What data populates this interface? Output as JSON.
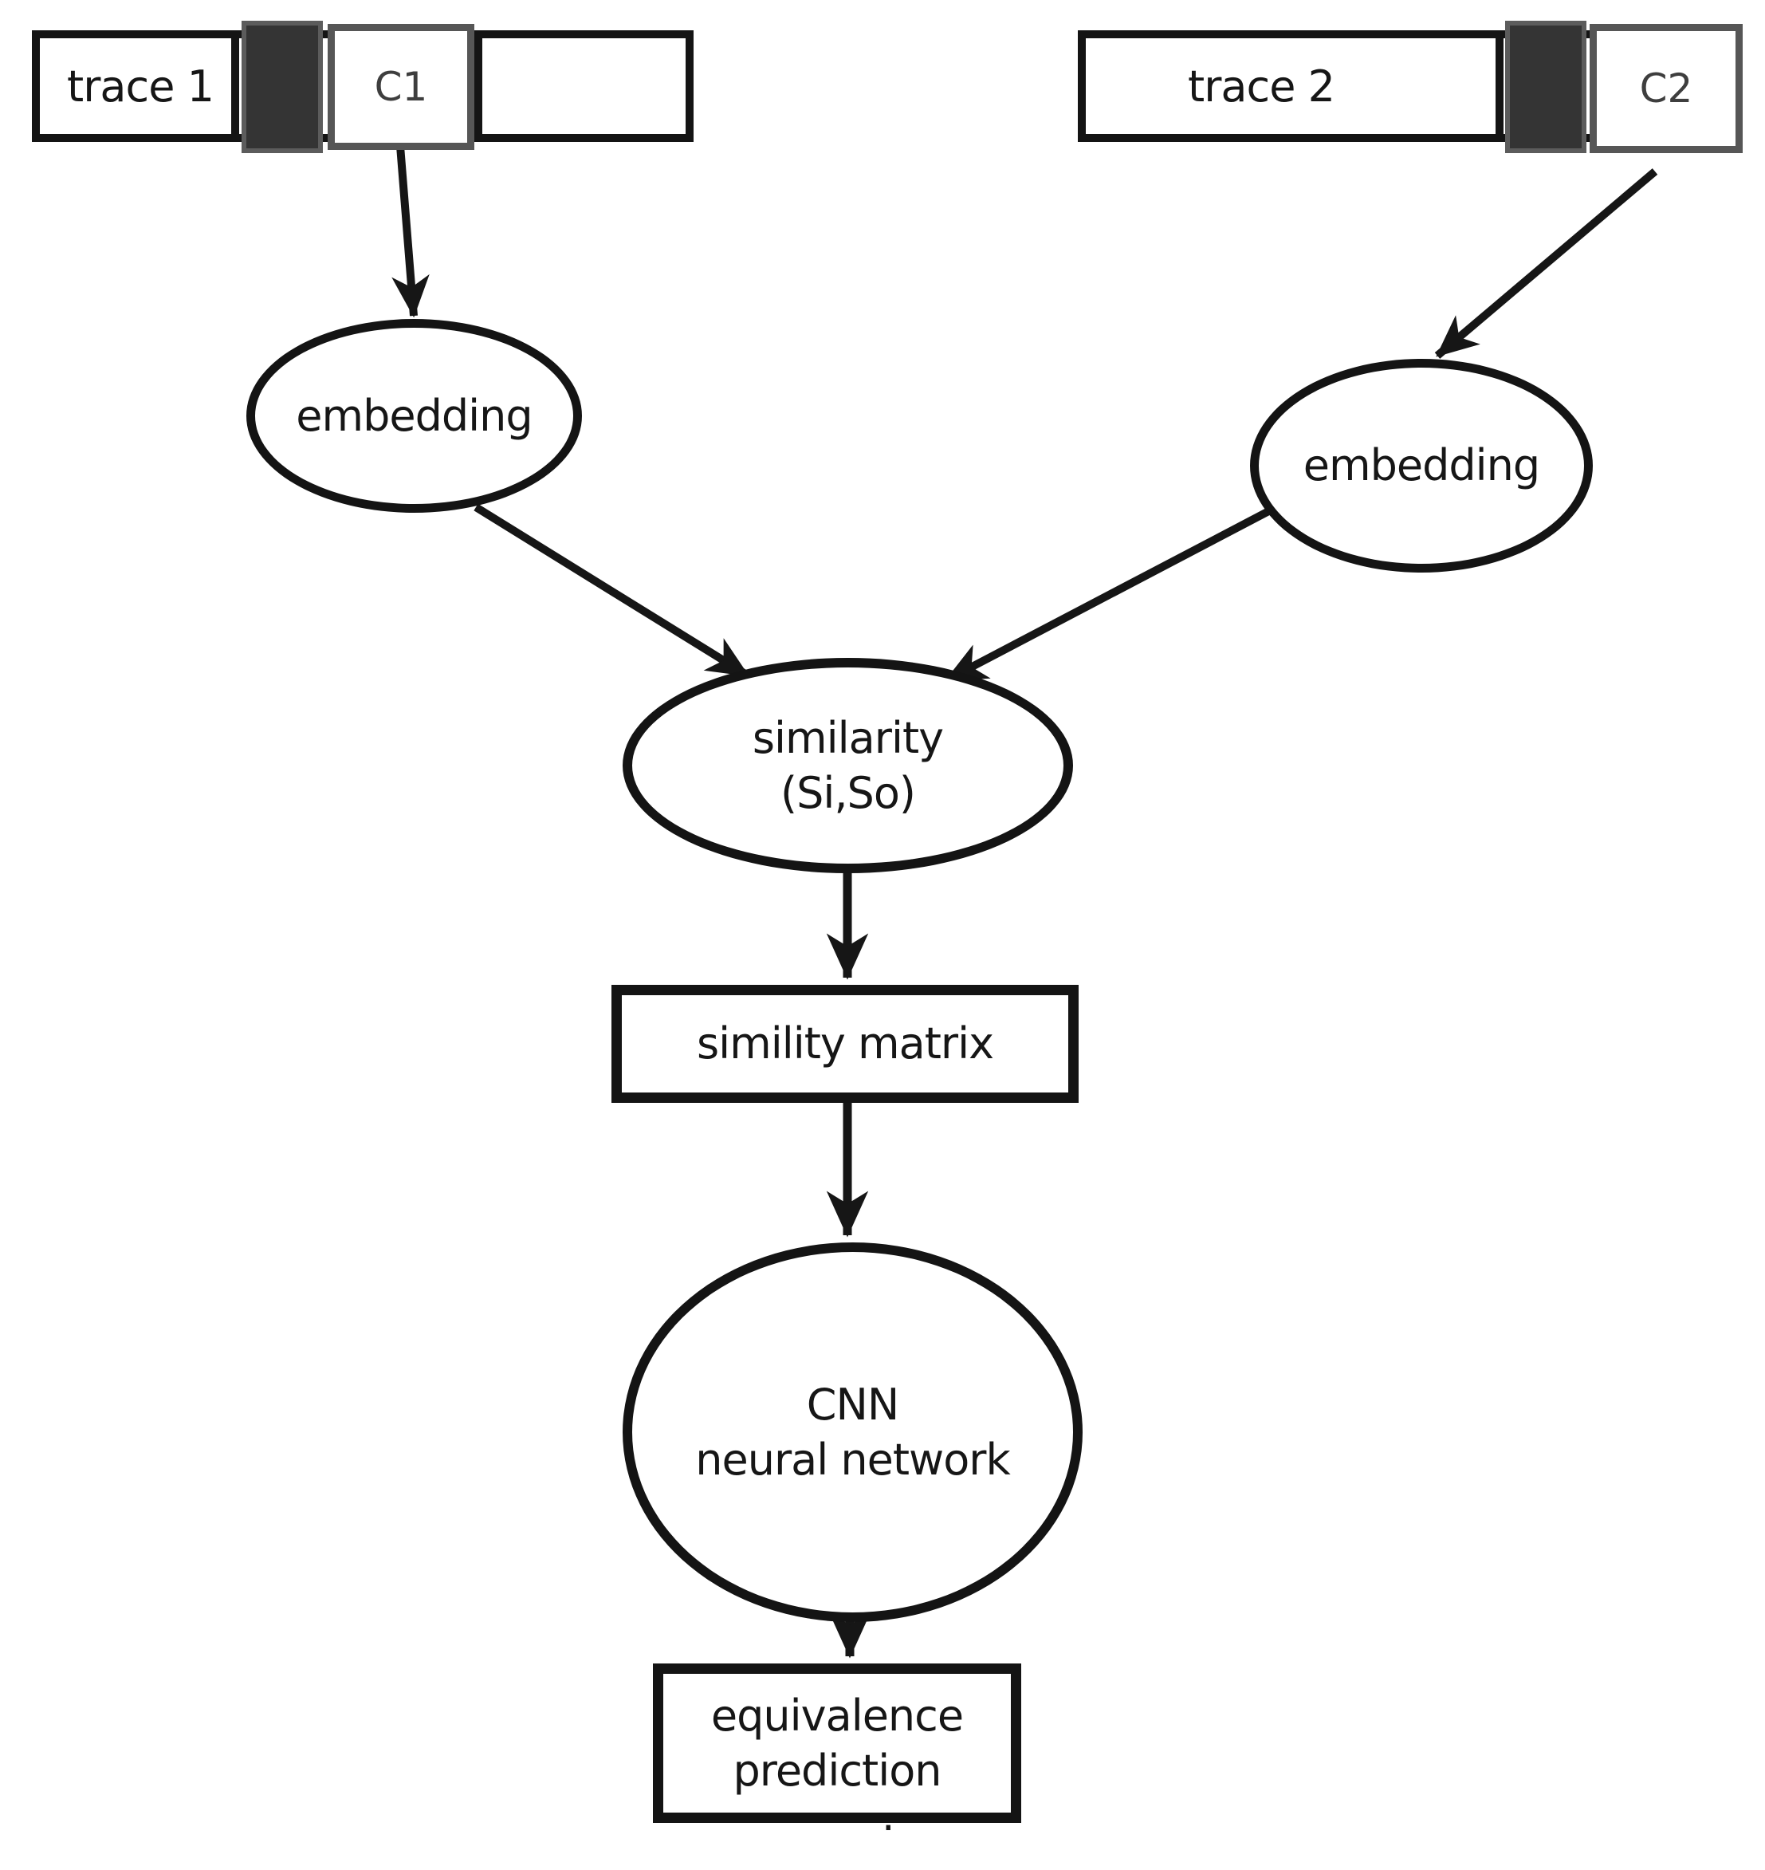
{
  "colors": {
    "ink": "#161616",
    "background": "#ffffff",
    "chunk_fill": "#343434",
    "chunk_border": "#5c5c5c",
    "cell_border": "#565656",
    "chunk_text": "#3e3e3e"
  },
  "nodes": {
    "trace1": {
      "label": "trace 1",
      "chunk": "C1"
    },
    "trace2": {
      "label": "trace 2",
      "chunk": "C2"
    },
    "embedding_left": {
      "label": "embedding"
    },
    "embedding_right": {
      "label": "embedding"
    },
    "similarity": {
      "line1": "similarity",
      "line2": "(Si,So)"
    },
    "similarity_matrix": {
      "label": "simility matrix"
    },
    "cnn": {
      "line1": "CNN",
      "line2": "neural network"
    },
    "equivalence_prediction": {
      "line1": "equivalence",
      "line2": "prediction"
    }
  },
  "edges": [
    {
      "from": "trace1-c1",
      "to": "embedding-left"
    },
    {
      "from": "trace2-c2",
      "to": "embedding-right"
    },
    {
      "from": "embedding-left",
      "to": "similarity"
    },
    {
      "from": "embedding-right",
      "to": "similarity"
    },
    {
      "from": "similarity",
      "to": "similarity-matrix"
    },
    {
      "from": "similarity-matrix",
      "to": "cnn"
    },
    {
      "from": "cnn",
      "to": "equivalence-prediction"
    }
  ],
  "marks": {
    "stray_dot": "."
  }
}
